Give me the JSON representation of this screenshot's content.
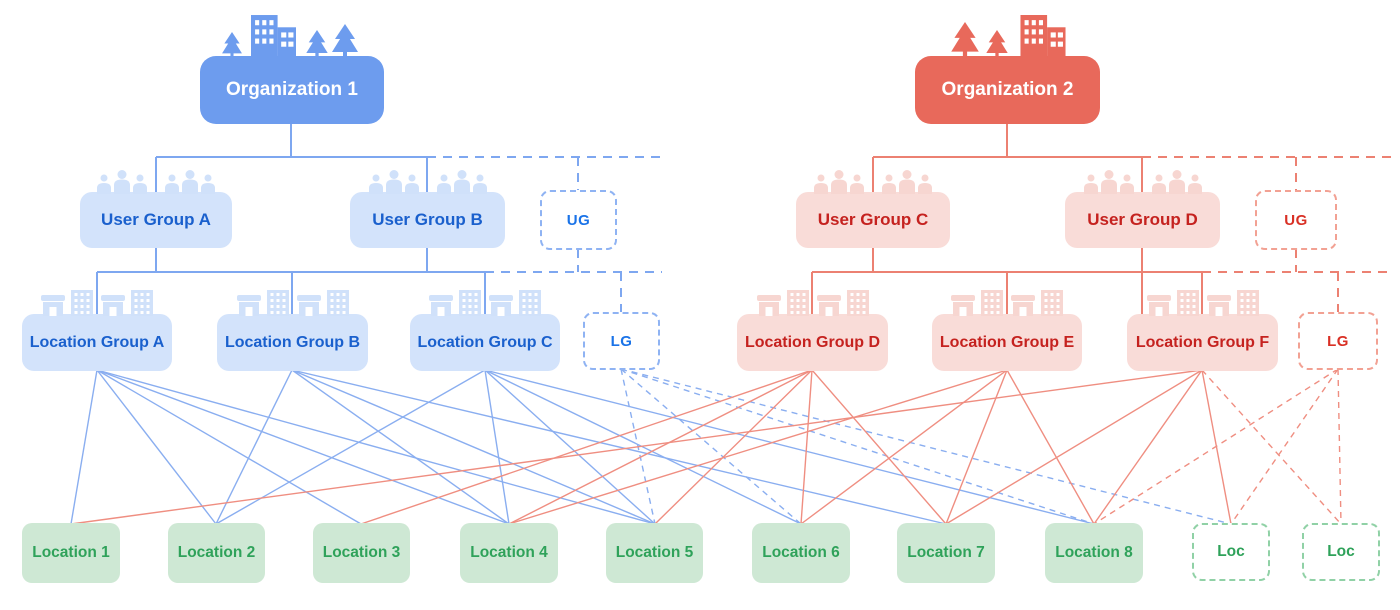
{
  "diagram": {
    "organizations": {
      "org1": {
        "label": "Organization 1"
      },
      "org2": {
        "label": "Organization 2"
      }
    },
    "user_groups": {
      "ug_a": {
        "label": "User Group A"
      },
      "ug_b": {
        "label": "User Group B"
      },
      "ug_more_blue": {
        "label": "UG"
      },
      "ug_c": {
        "label": "User Group C"
      },
      "ug_d": {
        "label": "User Group D"
      },
      "ug_more_red": {
        "label": "UG"
      }
    },
    "location_groups": {
      "lg_a": {
        "label": "Location Group A"
      },
      "lg_b": {
        "label": "Location Group B"
      },
      "lg_c": {
        "label": "Location Group C"
      },
      "lg_more_blue": {
        "label": "LG"
      },
      "lg_d": {
        "label": "Location Group D"
      },
      "lg_e": {
        "label": "Location Group E"
      },
      "lg_f": {
        "label": "Location Group F"
      },
      "lg_more_red": {
        "label": "LG"
      }
    },
    "locations": {
      "l1": {
        "label": "Location 1"
      },
      "l2": {
        "label": "Location 2"
      },
      "l3": {
        "label": "Location 3"
      },
      "l4": {
        "label": "Location 4"
      },
      "l5": {
        "label": "Location 5"
      },
      "l6": {
        "label": "Location 6"
      },
      "l7": {
        "label": "Location 7"
      },
      "l8": {
        "label": "Location 8"
      },
      "loc_more_1": {
        "label": "Loc"
      },
      "loc_more_2": {
        "label": "Loc"
      }
    },
    "colors": {
      "blue": "#6d9cee",
      "blue_light": "#d3e3fb",
      "blue_text": "#1a60cd",
      "blue_line": "#8aaef0",
      "red": "#e8695b",
      "red_light": "#f9dcd8",
      "red_text": "#c5221f",
      "red_line": "#ef8e81",
      "green_light": "#cee8d4",
      "green_text": "#2fa25a"
    },
    "connections": [
      {
        "from": "lg_a",
        "to": "l1",
        "style": "solid"
      },
      {
        "from": "lg_a",
        "to": "l2",
        "style": "solid"
      },
      {
        "from": "lg_a",
        "to": "l3",
        "style": "solid"
      },
      {
        "from": "lg_a",
        "to": "l4",
        "style": "solid"
      },
      {
        "from": "lg_a",
        "to": "l5",
        "style": "solid"
      },
      {
        "from": "lg_b",
        "to": "l2",
        "style": "solid"
      },
      {
        "from": "lg_b",
        "to": "l4",
        "style": "solid"
      },
      {
        "from": "lg_b",
        "to": "l5",
        "style": "solid"
      },
      {
        "from": "lg_b",
        "to": "l7",
        "style": "solid"
      },
      {
        "from": "lg_c",
        "to": "l2",
        "style": "solid"
      },
      {
        "from": "lg_c",
        "to": "l4",
        "style": "solid"
      },
      {
        "from": "lg_c",
        "to": "l5",
        "style": "solid"
      },
      {
        "from": "lg_c",
        "to": "l6",
        "style": "solid"
      },
      {
        "from": "lg_c",
        "to": "l8",
        "style": "solid"
      },
      {
        "from": "lg_more_blue",
        "to": "l5",
        "style": "dashed"
      },
      {
        "from": "lg_more_blue",
        "to": "l6",
        "style": "dashed"
      },
      {
        "from": "lg_more_blue",
        "to": "l8",
        "style": "dashed"
      },
      {
        "from": "lg_more_blue",
        "to": "loc_more_1",
        "style": "dashed"
      },
      {
        "from": "lg_d",
        "to": "l3",
        "style": "solid"
      },
      {
        "from": "lg_d",
        "to": "l4",
        "style": "solid"
      },
      {
        "from": "lg_d",
        "to": "l5",
        "style": "solid"
      },
      {
        "from": "lg_d",
        "to": "l6",
        "style": "solid"
      },
      {
        "from": "lg_d",
        "to": "l7",
        "style": "solid"
      },
      {
        "from": "lg_e",
        "to": "l4",
        "style": "solid"
      },
      {
        "from": "lg_e",
        "to": "l6",
        "style": "solid"
      },
      {
        "from": "lg_e",
        "to": "l7",
        "style": "solid"
      },
      {
        "from": "lg_e",
        "to": "l8",
        "style": "solid"
      },
      {
        "from": "lg_f",
        "to": "l1",
        "style": "solid"
      },
      {
        "from": "lg_f",
        "to": "l7",
        "style": "solid"
      },
      {
        "from": "lg_f",
        "to": "l8",
        "style": "solid"
      },
      {
        "from": "lg_f",
        "to": "loc_more_1",
        "style": "solid"
      },
      {
        "from": "lg_f",
        "to": "loc_more_2",
        "style": "dashed"
      },
      {
        "from": "lg_more_red",
        "to": "l8",
        "style": "dashed"
      },
      {
        "from": "lg_more_red",
        "to": "loc_more_1",
        "style": "dashed"
      },
      {
        "from": "lg_more_red",
        "to": "loc_more_2",
        "style": "dashed"
      }
    ]
  }
}
